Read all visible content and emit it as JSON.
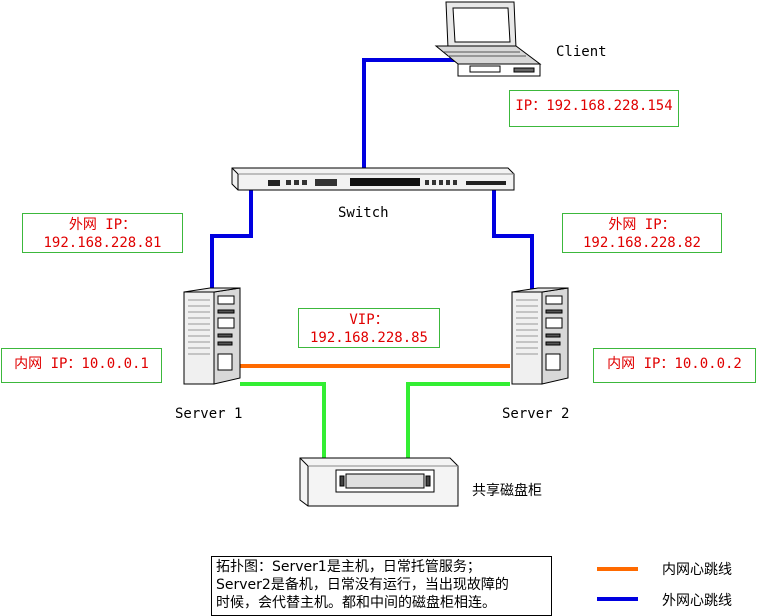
{
  "devices": {
    "client": "Client",
    "switch": "Switch",
    "server1": "Server 1",
    "server2": "Server 2",
    "storage": "共享磁盘柜"
  },
  "boxes": {
    "client_ip": "IP：192.168.228.154",
    "server1_ext_title": "外网 IP：",
    "server1_ext_ip": "192.168.228.81",
    "server2_ext_title": "外网 IP：",
    "server2_ext_ip": "192.168.228.82",
    "vip_title": "VIP：",
    "vip_ip": "192.168.228.85",
    "server1_int": "内网 IP：10.0.0.1",
    "server2_int": "内网 IP：10.0.0.2"
  },
  "caption": {
    "line1": "拓扑图：Server1是主机，日常托管服务；",
    "line2": "Server2是备机，日常没有运行，当出现故障的",
    "line3": "时候，会代替主机。都和中间的磁盘柜相连。"
  },
  "legend": {
    "internal": "内网心跳线",
    "external": "外网心跳线"
  },
  "colors": {
    "external_line": "#0000e0",
    "internal_line": "#ff6a00",
    "storage_line": "#33ee33",
    "box_border": "#3cb83c",
    "box_text": "#e00000"
  }
}
